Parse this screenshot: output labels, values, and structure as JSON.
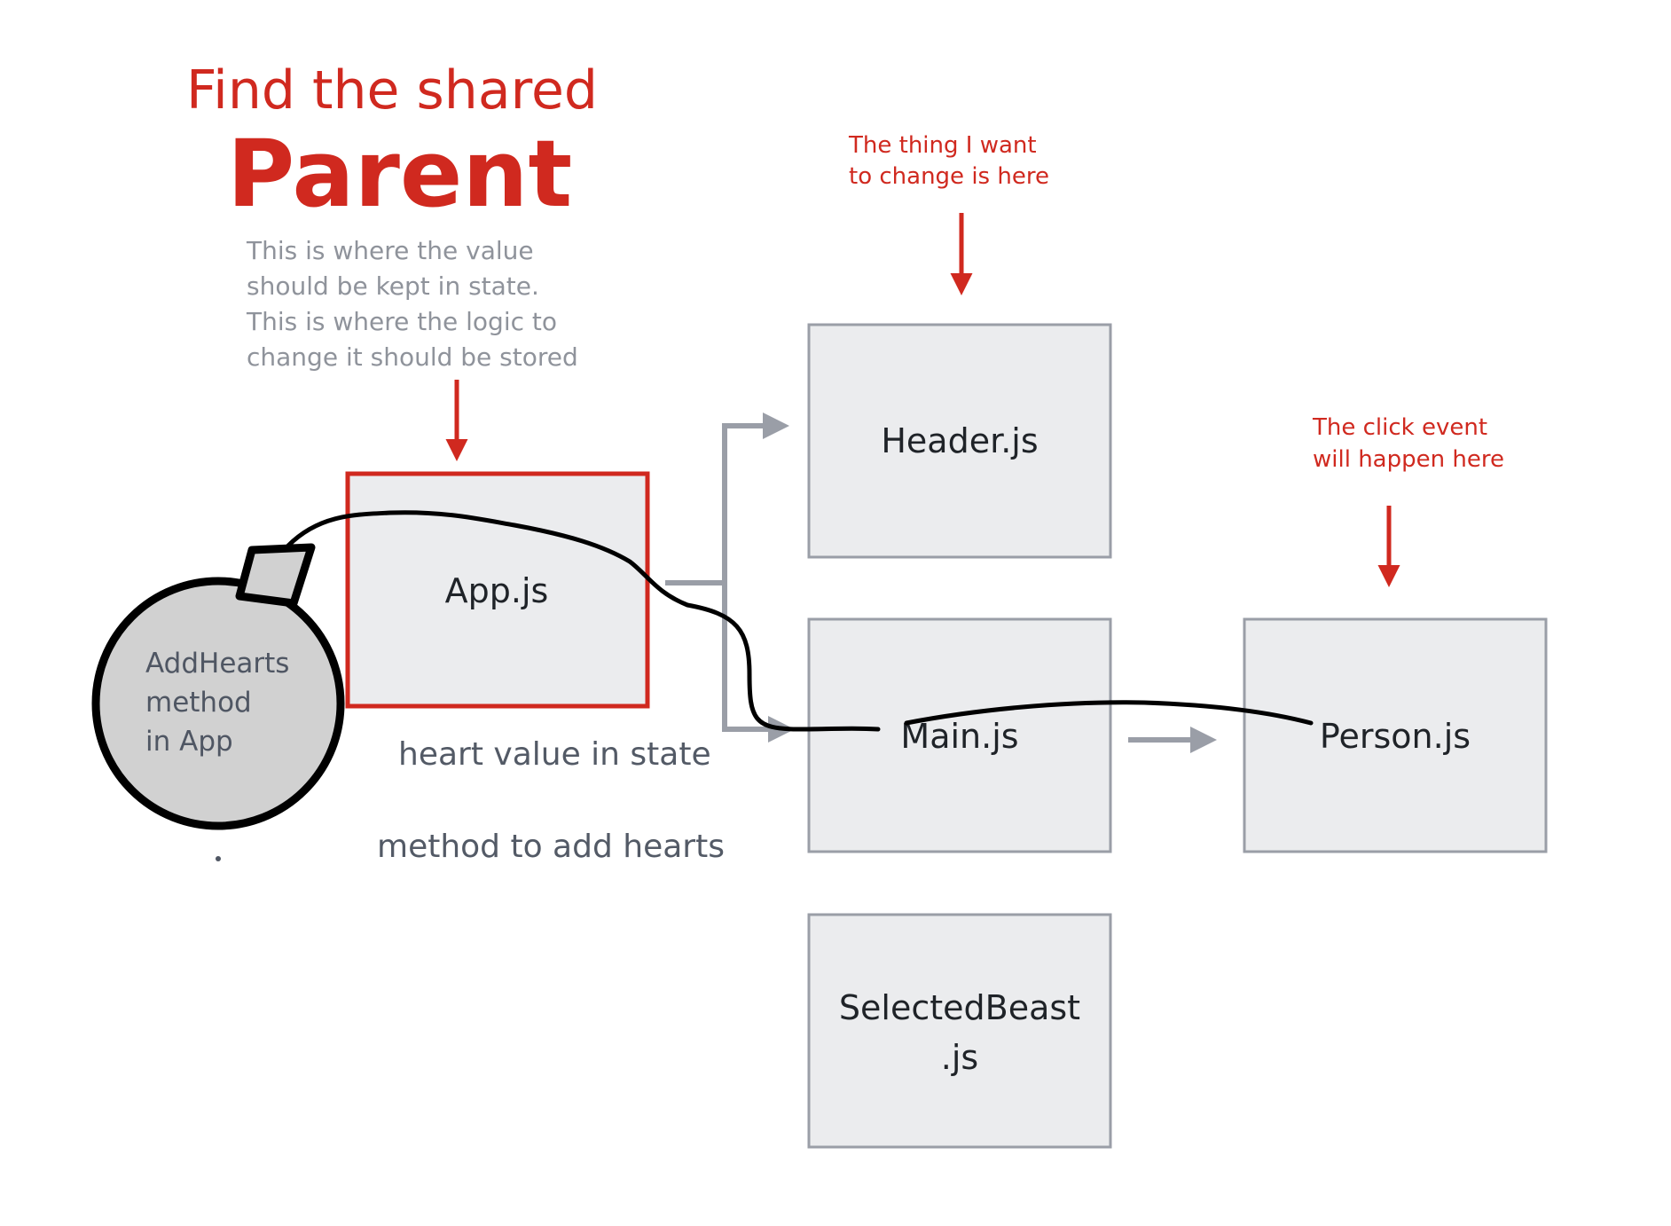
{
  "title": {
    "line1": "Find the shared",
    "line2": "Parent"
  },
  "parent_note": {
    "lines": [
      "This is where the value",
      "should be kept in state.",
      "This is where the logic to",
      "change it should be stored"
    ]
  },
  "header_note": {
    "lines": [
      "The thing I want",
      "to change is here"
    ]
  },
  "person_note": {
    "lines": [
      "The click event",
      "will happen here"
    ]
  },
  "components": {
    "app": "App.js",
    "header": "Header.js",
    "main": "Main.js",
    "person": "Person.js",
    "selected_beast": {
      "line1": "SelectedBeast",
      "line2": ".js"
    }
  },
  "app_captions": {
    "state": "heart value in state",
    "method": "method to add hearts"
  },
  "bomb": {
    "lines": [
      "AddHearts",
      "method",
      "in App"
    ]
  },
  "colors": {
    "accent_red": "#d0291f",
    "box_fill": "#ebecee",
    "box_border": "#9a9ea7",
    "grey_text": "#8f939b",
    "ink": "#000000",
    "bomb_fill": "#d1d1d1"
  }
}
